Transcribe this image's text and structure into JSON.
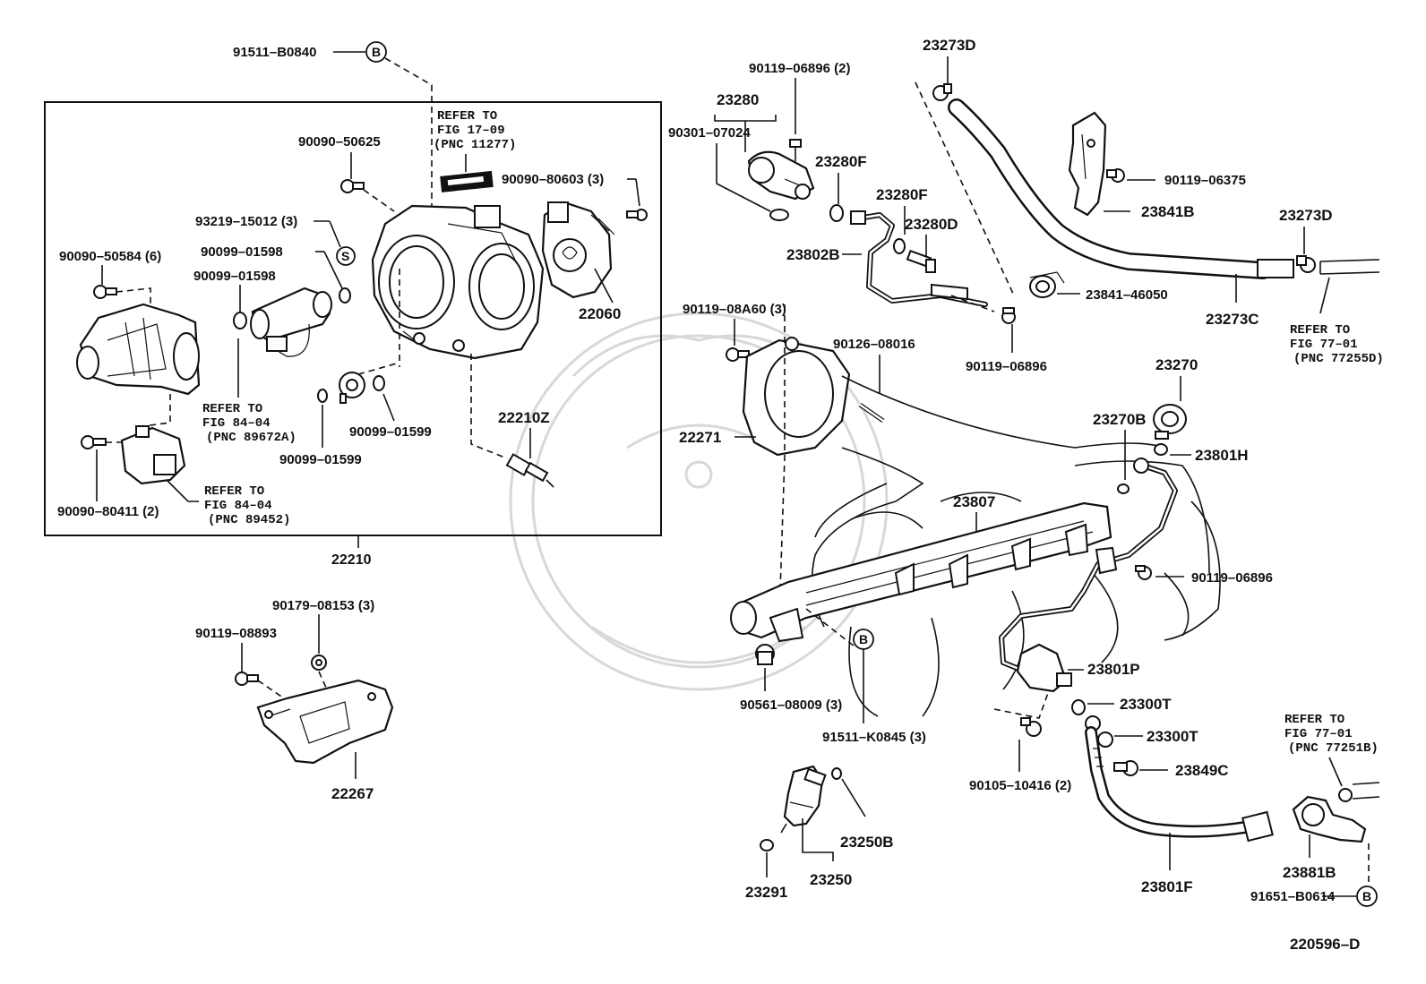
{
  "diagram": {
    "code": "220596–D",
    "marker_b": "B",
    "marker_s": "S",
    "group_label": "22210"
  },
  "labels": {
    "p91511_b0840": "91511–B0840",
    "p90090_50625": "90090–50625",
    "p93219_15012": "93219–15012 (3)",
    "p90099_01598a": "90099–01598",
    "p90099_01598b": "90099–01598",
    "p90090_50584": "90090–50584 (6)",
    "p90090_80603": "90090–80603 (3)",
    "p22060": "22060",
    "p90099_01599a": "90099–01599",
    "p90099_01599b": "90099–01599",
    "p22210z": "22210Z",
    "p90090_80411": "90090–80411 (2)",
    "p90179_08153": "90179–08153 (3)",
    "p90119_08893": "90119–08893",
    "p22267": "22267",
    "p90119_06896_2": "90119–06896 (2)",
    "p23280": "23280",
    "p90301_07024": "90301–07024",
    "p23280f_a": "23280F",
    "p23280f_b": "23280F",
    "p23280d": "23280D",
    "p23802b": "23802B",
    "p90119_08a60": "90119–08A60 (3)",
    "p90126_08016": "90126–08016",
    "p22271": "22271",
    "p23273d_a": "23273D",
    "p23273d_b": "23273D",
    "p90119_06375": "90119–06375",
    "p23841b": "23841B",
    "p23841_46050": "23841–46050",
    "p23273c": "23273C",
    "p90119_06896_a": "90119–06896",
    "p23270": "23270",
    "p23270b": "23270B",
    "p23801h": "23801H",
    "p23807": "23807",
    "p90119_06896_b": "90119–06896",
    "p23801p": "23801P",
    "p23300t_a": "23300T",
    "p23300t_b": "23300T",
    "p23849c": "23849C",
    "p90105_10416": "90105–10416 (2)",
    "p90561_08009": "90561–08009 (3)",
    "p91511_k0845": "91511–K0845 (3)",
    "p23250b": "23250B",
    "p23291": "23291",
    "p23250": "23250",
    "p23801f": "23801F",
    "p23881b": "23881B",
    "p91651_b0614": "91651–B0614"
  },
  "refs": {
    "r1": [
      "REFER TO",
      "FIG 17–09",
      "(PNC 11277)"
    ],
    "r2": [
      "REFER TO",
      "FIG 84–04",
      "(PNC 89672A)"
    ],
    "r3": [
      "REFER TO",
      "FIG 84–04",
      "(PNC 89452)"
    ],
    "r4": [
      "REFER TO",
      "FIG 77–01",
      "(PNC 77255D)"
    ],
    "r5": [
      "REFER TO",
      "FIG 77–01",
      "(PNC 77251B)"
    ]
  }
}
